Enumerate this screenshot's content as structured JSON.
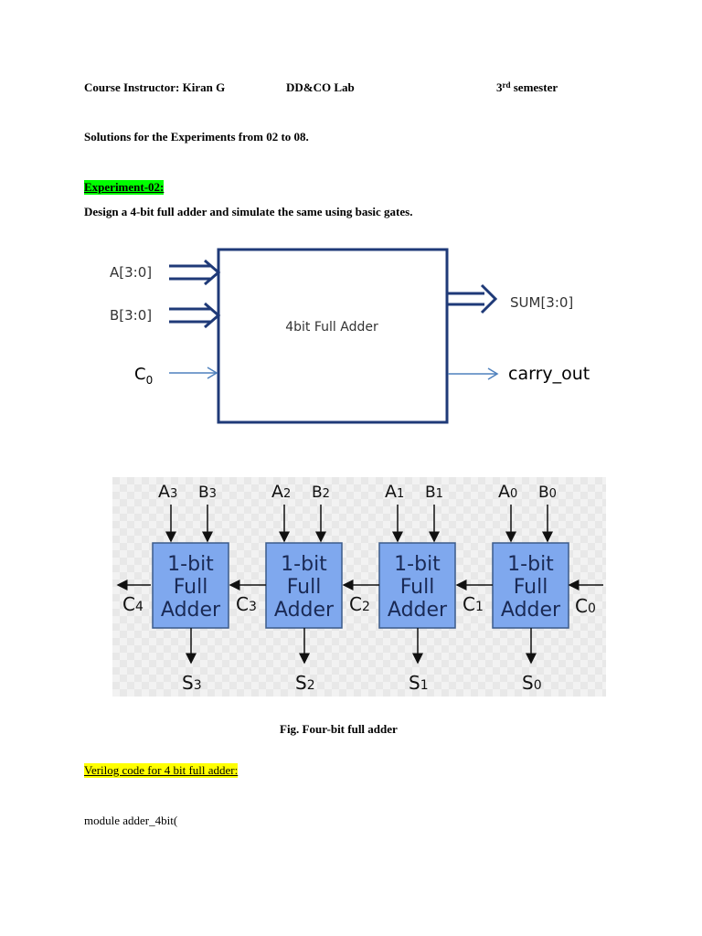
{
  "header": {
    "instructor": "Course Instructor: Kiran G",
    "lab": "DD&CO Lab",
    "semester_num": "3",
    "semester_sup": "rd",
    "semester_word": " semester"
  },
  "subtitle": "Solutions for the Experiments from 02 to 08.",
  "experiment": {
    "heading": "Experiment-02:",
    "description": "Design a 4-bit full adder and simulate the same using basic gates.",
    "highlight_color": "#00ff00"
  },
  "block_diagram": {
    "box_label": "4bit Full Adder",
    "inputs": [
      {
        "label": "A[3:0]",
        "type": "bus"
      },
      {
        "label": "B[3:0]",
        "type": "bus"
      },
      {
        "label": "C",
        "sub": "0",
        "type": "wire"
      }
    ],
    "outputs": [
      {
        "label": "SUM[3:0]",
        "type": "bus"
      },
      {
        "label": "carry_out",
        "type": "wire"
      }
    ],
    "stroke_color": "#1f3a78",
    "wire_color": "#4f81bd"
  },
  "ripple_diagram": {
    "cells": [
      {
        "a": "A",
        "a_sub": "3",
        "b": "B",
        "b_sub": "3",
        "s": "S",
        "s_sub": "3",
        "cout": "C",
        "cout_sub": "4",
        "line1": "1-bit",
        "line2": "Full",
        "line3": "Adder"
      },
      {
        "a": "A",
        "a_sub": "2",
        "b": "B",
        "b_sub": "2",
        "s": "S",
        "s_sub": "2",
        "cout": "C",
        "cout_sub": "3",
        "line1": "1-bit",
        "line2": "Full",
        "line3": "Adder"
      },
      {
        "a": "A",
        "a_sub": "1",
        "b": "B",
        "b_sub": "1",
        "s": "S",
        "s_sub": "1",
        "cout": "C",
        "cout_sub": "2",
        "line1": "1-bit",
        "line2": "Full",
        "line3": "Adder"
      },
      {
        "a": "A",
        "a_sub": "0",
        "b": "B",
        "b_sub": "0",
        "s": "S",
        "s_sub": "0",
        "cout": "C",
        "cout_sub": "1",
        "line1": "1-bit",
        "line2": "Full",
        "line3": "Adder"
      }
    ],
    "carry_in": {
      "label": "C",
      "sub": "0"
    },
    "cell_fill": "#7fa8ee",
    "cell_stroke": "#3b5a8a",
    "text_color": "#1a2a55"
  },
  "figure_caption": "Fig. Four-bit full adder",
  "code_section": {
    "heading": "Verilog code for 4 bit full adder:",
    "highlight_color": "#ffff00",
    "first_line": "module adder_4bit("
  }
}
